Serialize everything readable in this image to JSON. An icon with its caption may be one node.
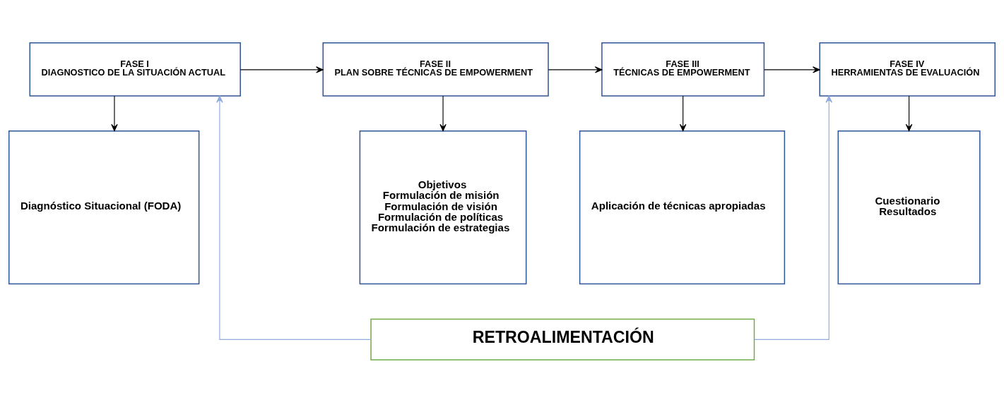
{
  "diagram": {
    "nodes": [
      {
        "text": [
          "FASE I",
          "DIAGNOSTICO DE LA SITUACIÓN ACTUAL"
        ]
      },
      {
        "text": [
          "Diagnóstico Situacional (FODA)"
        ]
      },
      {
        "text": [
          "FASE II",
          "PLAN SOBRE TÉCNICAS DE EMPOWERMENT"
        ]
      },
      {
        "text": [
          "Objetivos",
          "Formulación de misión",
          "Formulación de visión",
          "Formulación de políticas",
          "Formulación de estrategias"
        ]
      },
      {
        "text": [
          "FASE III",
          "TÉCNICAS DE EMPOWERMENT"
        ]
      },
      {
        "text": [
          "Aplicación de técnicas apropiadas"
        ]
      },
      {
        "text": [
          "FASE IV",
          "HERRAMIENTAS DE EVALUACIÓN"
        ]
      },
      {
        "text": [
          "Cuestionario",
          "Resultados"
        ]
      },
      {
        "text": [
          "RETROALIMENTACIÓN"
        ]
      }
    ],
    "edges": [
      {
        "from": 0,
        "to": 2,
        "arrow": "to"
      },
      {
        "from": 2,
        "to": 4,
        "arrow": "to"
      },
      {
        "from": 4,
        "to": 6,
        "arrow": "to"
      },
      {
        "from": 0,
        "to": 1,
        "arrow": "to"
      },
      {
        "from": 2,
        "to": 3,
        "arrow": "to"
      },
      {
        "from": 4,
        "to": 5,
        "arrow": "to"
      },
      {
        "from": 6,
        "to": 7,
        "arrow": "to"
      },
      {
        "from": 8,
        "to": 0,
        "arrow": "to",
        "color": "#8faadc"
      },
      {
        "from": 8,
        "to": 6,
        "arrow": "to",
        "color": "#8faadc"
      }
    ]
  }
}
